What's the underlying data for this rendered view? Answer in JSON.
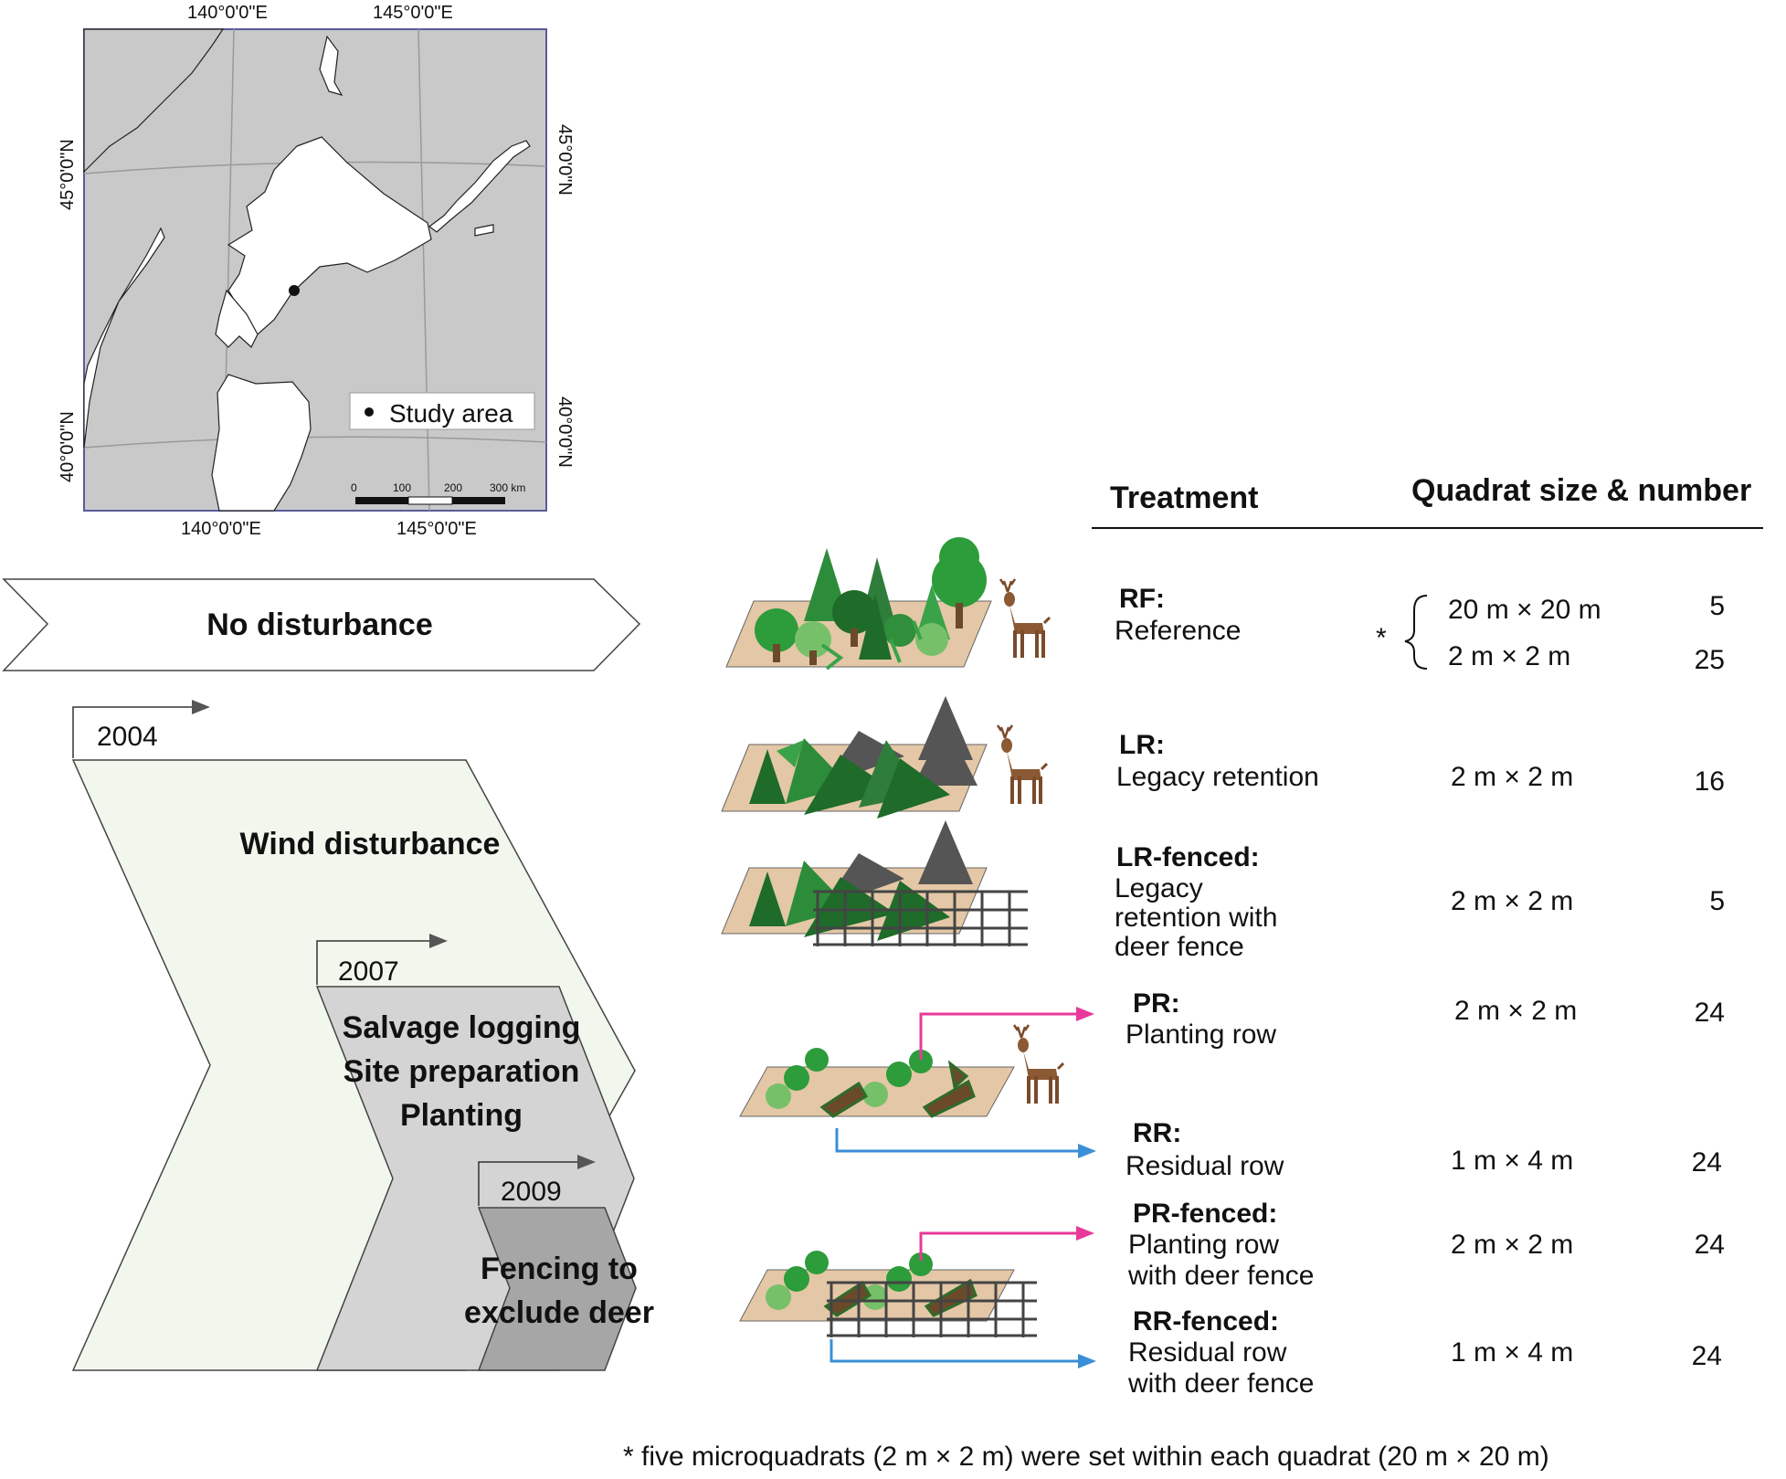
{
  "map": {
    "top_labels": [
      "140°0'0\"E",
      "145°0'0\"E"
    ],
    "bottom_labels": [
      "140°0'0\"E",
      "145°0'0\"E"
    ],
    "left_labels": [
      "45°0'0\"N",
      "40°0'0\"N"
    ],
    "right_labels": [
      "45°0'0\"N",
      "40°0'0\"N"
    ],
    "legend_label": "Study area",
    "scale_ticks": [
      "0",
      "100",
      "200",
      "300 km"
    ]
  },
  "timeline": {
    "no_disturbance": "No disturbance",
    "wind": {
      "year": "2004",
      "label": "Wind disturbance"
    },
    "salvage": {
      "year": "2007",
      "lines": [
        "Salvage logging",
        "Site preparation",
        "Planting"
      ]
    },
    "fencing": {
      "year": "2009",
      "lines": [
        "Fencing to",
        "exclude deer"
      ]
    }
  },
  "table": {
    "header_treatment": "Treatment",
    "header_quadrat": "Quadrat size & number",
    "rows": [
      {
        "code": "RF:",
        "lines": [
          "Reference"
        ],
        "size": "20 m × 20 m",
        "number": "5",
        "size2": "2 m × 2 m",
        "number2": "25"
      },
      {
        "code": "LR:",
        "lines": [
          "Legacy retention"
        ],
        "size": "2 m × 2 m",
        "number": "16"
      },
      {
        "code": "LR-fenced:",
        "lines": [
          "Legacy",
          "retention with",
          "deer fence"
        ],
        "size": "2 m × 2 m",
        "number": "5"
      },
      {
        "code": "PR:",
        "lines": [
          "Planting row"
        ],
        "size": "2 m × 2 m",
        "number": "24"
      },
      {
        "code": "RR:",
        "lines": [
          "Residual row"
        ],
        "size": "1 m × 4 m",
        "number": "24"
      },
      {
        "code": "PR-fenced:",
        "lines": [
          "Planting row",
          "with deer fence"
        ],
        "size": "2 m × 2 m",
        "number": "24"
      },
      {
        "code": "RR-fenced:",
        "lines": [
          "Residual row",
          "with deer fence"
        ],
        "size": "1 m × 4 m",
        "number": "24"
      }
    ],
    "asterisk": "*"
  },
  "footnote": "*  five microquadrats (2 m × 2 m) were set within each quadrat (20 m × 20 m)",
  "colors": {
    "pink": "#e8399a",
    "blue": "#3b8fd6",
    "ground": "#e4c7a6",
    "light_green": "#f2f7ee",
    "mid_grey": "#d4d4d4",
    "dark_grey": "#a6a6a6"
  }
}
